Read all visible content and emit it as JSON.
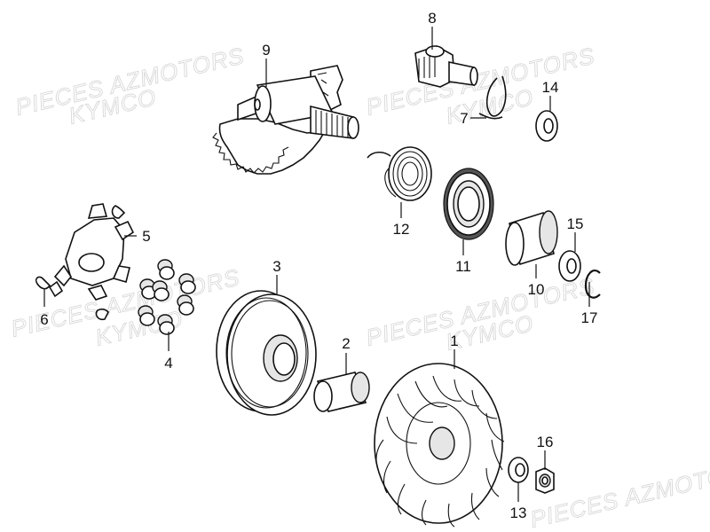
{
  "watermarks": [
    {
      "text": "PIECES AZMOTORS"
    },
    {
      "text": "KYMCO"
    },
    {
      "text": "PIECES AZMOTORS"
    },
    {
      "text": "KYMCO"
    },
    {
      "text": "PIECES AZMOTORS"
    },
    {
      "text": "KYMCO"
    },
    {
      "text": "PIECES AZMOTORS"
    },
    {
      "text": "KYMCO"
    },
    {
      "text": "PIECES AZMOTORS"
    }
  ],
  "callouts": [
    {
      "id": "1",
      "label": "1"
    },
    {
      "id": "2",
      "label": "2"
    },
    {
      "id": "3",
      "label": "3"
    },
    {
      "id": "4",
      "label": "4"
    },
    {
      "id": "5",
      "label": "5"
    },
    {
      "id": "6",
      "label": "6"
    },
    {
      "id": "7",
      "label": "7"
    },
    {
      "id": "8",
      "label": "8"
    },
    {
      "id": "9",
      "label": "9"
    },
    {
      "id": "10",
      "label": "10"
    },
    {
      "id": "11",
      "label": "11"
    },
    {
      "id": "12",
      "label": "12"
    },
    {
      "id": "13",
      "label": "13"
    },
    {
      "id": "14",
      "label": "14"
    },
    {
      "id": "15",
      "label": "15"
    },
    {
      "id": "16",
      "label": "16"
    },
    {
      "id": "17",
      "label": "17"
    }
  ]
}
